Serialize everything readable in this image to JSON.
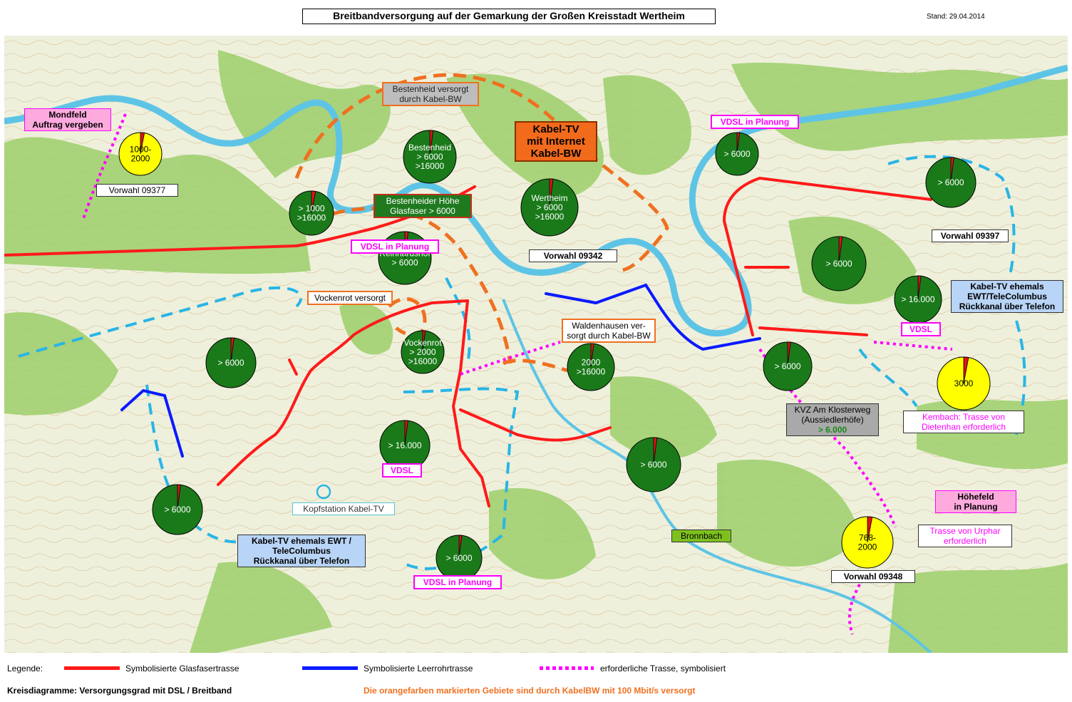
{
  "header": {
    "title": "Breitbandversorgung auf der Gemarkung der Großen Kreisstadt Wertheim",
    "stand": "Stand:  29.04.2014"
  },
  "map_labels": {
    "mondfeld": "Mondfeld\nAuftrag vergeben",
    "vorwahl_09377": "Vorwahl 09377",
    "bestenheid_versorgt": "Bestenheid  versorgt\ndurch Kabel-BW",
    "kabel_tv_internet": "Kabel-TV\nmit Internet\nKabel-BW",
    "bestenheider_hoehe": "Bestenheider Höhe\nGlasfaser > 6000",
    "vdsl_planung_1": "VDSL in Planung",
    "vdsl_planung_2": "VDSL in Planung",
    "vdsl_planung_3": "VDSL in Planung",
    "vorwahl_09342": "Vorwahl  09342",
    "vockenrot_versorgt": "Vockenrot versorgt",
    "waldenhausen": "Waldenhausen  ver-\nsorgt durch Kabel-BW",
    "vdsl_1": "VDSL",
    "vdsl_2": "VDSL",
    "vorwahl_09397": "Vorwahl 09397",
    "kabeltv_ewt_right": "Kabel-TV ehemals\nEWT/TeleColumbus\nRückkanal über Telefon",
    "kvz": "KVZ Am Klosterweg\n(Aussiedlerhöfe)",
    "kvz_value": "> 6.000",
    "kembach": "Kembach: Trasse von\nDietenhan erforderlich",
    "hoehefeld": "Höhefeld\nin Planung",
    "trasse_urphar": "Trasse von Urphar\nerforderlich",
    "vorwahl_09348": "Vorwahl 09348",
    "kopfstation": "Kopfstation Kabel-TV",
    "bronnbach": "Bronnbach",
    "kabeltv_ewt_left": "Kabel-TV ehemals EWT /\nTeleColumbus\nRückkanal über Telefon"
  },
  "pies": [
    {
      "id": "mondfeld",
      "text": "1000-\n2000",
      "fill": "#ffff00",
      "fraction": 0.03
    },
    {
      "id": "bestenheid",
      "text": "Bestenheid\n> 6000\n>16000",
      "fill": "#1a7a1a",
      "fraction": 0.02
    },
    {
      "id": "wertheim",
      "text": "Wertheim\n> 6000\n>16000",
      "fill": "#1a7a1a",
      "fraction": 0.02
    },
    {
      "id": "sonnenhohe",
      "text": "> 1000\n>16000",
      "fill": "#1a7a1a",
      "fraction": 0.03
    },
    {
      "id": "reinhardshof",
      "text": "Reinhardshof\n> 6000",
      "fill": "#1a7a1a",
      "fraction": 0.02
    },
    {
      "id": "vockenrot",
      "text": "Vockenrot\n> 2000\n>16000",
      "fill": "#1a7a1a",
      "fraction": 0.02
    },
    {
      "id": "sachsenhausen",
      "text": "> 6000",
      "fill": "#1a7a1a",
      "fraction": 0.02
    },
    {
      "id": "waldenhausen",
      "text": "2000\n>16000",
      "fill": "#1a7a1a",
      "fraction": 0.02
    },
    {
      "id": "bettingen",
      "text": "> 6000",
      "fill": "#1a7a1a",
      "fraction": 0.02
    },
    {
      "id": "dertingen",
      "text": "> 6000",
      "fill": "#1a7a1a",
      "fraction": 0.02
    },
    {
      "id": "lindelbach",
      "text": "> 6000",
      "fill": "#1a7a1a",
      "fraction": 0.02
    },
    {
      "id": "dietenhan",
      "text": "> 16.000",
      "fill": "#1a7a1a",
      "fraction": 0.02
    },
    {
      "id": "urphar",
      "text": "> 6000",
      "fill": "#1a7a1a",
      "fraction": 0.02
    },
    {
      "id": "kembach",
      "text": "3000",
      "fill": "#ffff00",
      "fraction": 0.03
    },
    {
      "id": "sachsen_south",
      "text": "> 16.000",
      "fill": "#1a7a1a",
      "fraction": 0.02
    },
    {
      "id": "reicholzheim",
      "text": "> 6000",
      "fill": "#1a7a1a",
      "fraction": 0.02
    },
    {
      "id": "sonderriet",
      "text": "> 6000",
      "fill": "#1a7a1a",
      "fraction": 0.02
    },
    {
      "id": "dorlesberg",
      "text": "> 6000",
      "fill": "#1a7a1a",
      "fraction": 0.02
    },
    {
      "id": "hoehefeld",
      "text": "768-\n2000",
      "fill": "#ffff00",
      "fraction": 0.03
    }
  ],
  "legend": {
    "label": "Legende:",
    "glasfaser": "Symbolisierte Glasfasertrasse",
    "leerrohr": "Symbolisierte Leerrohrtrasse",
    "erforderlich": "erforderliche Trasse, symbolisiert",
    "kreisdiagramme": "Kreisdiagramme: Versorgungsgrad mit DSL / Breitband",
    "orange_note": "Die orangefarben markierten Gebiete sind durch KabelBW mit 100 Mbit/s versorgt",
    "colors": {
      "glasfaser": "#ff1a1a",
      "leerrohr": "#0a1aff",
      "erforderlich": "#ff00ff",
      "orange": "#f07020"
    }
  }
}
